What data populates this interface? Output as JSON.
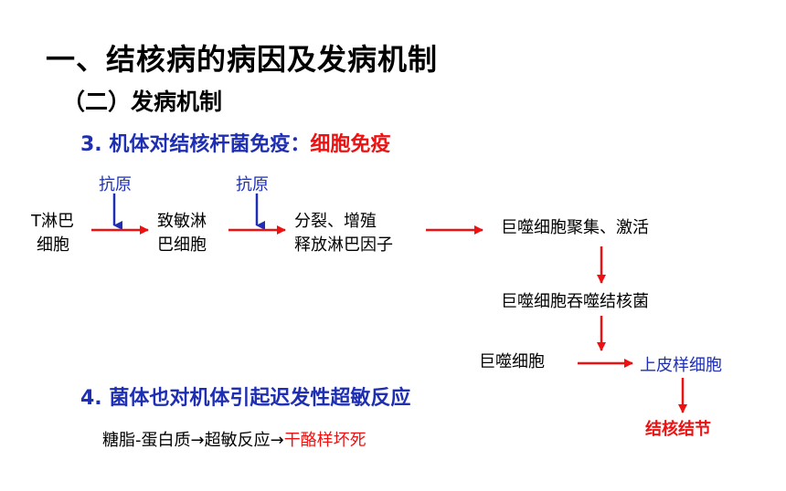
{
  "header": {
    "title": "一、结核病的病因及发病机制",
    "subtitle": "（二）发病机制"
  },
  "section3": {
    "label": "3.",
    "text": "机体对结核杆菌免疫：",
    "highlight": "细胞免疫"
  },
  "flow": {
    "antigen1": "抗原",
    "antigen2": "抗原",
    "t_cell_line1": "T淋巴",
    "t_cell_line2": "细胞",
    "sensitized_line1": "致敏淋",
    "sensitized_line2": "巴细胞",
    "divide_line1": "分裂、增殖",
    "divide_line2": "释放淋巴因子",
    "macrophage_gather": "巨噬细胞聚集、激活",
    "macrophage_engulf": "巨噬细胞吞噬结核菌",
    "macrophage": "巨噬细胞",
    "epithelioid": "上皮样细胞",
    "tubercle": "结核结节"
  },
  "section4": {
    "label": "4.",
    "text": "菌体也对机体引起迟发性超敏反应"
  },
  "chain": {
    "part1": "糖脂-蛋白质",
    "part2": "超敏反应",
    "part3": "干酪样坏死"
  },
  "colors": {
    "blue": "#1f2fb4",
    "red": "#ee1111"
  }
}
